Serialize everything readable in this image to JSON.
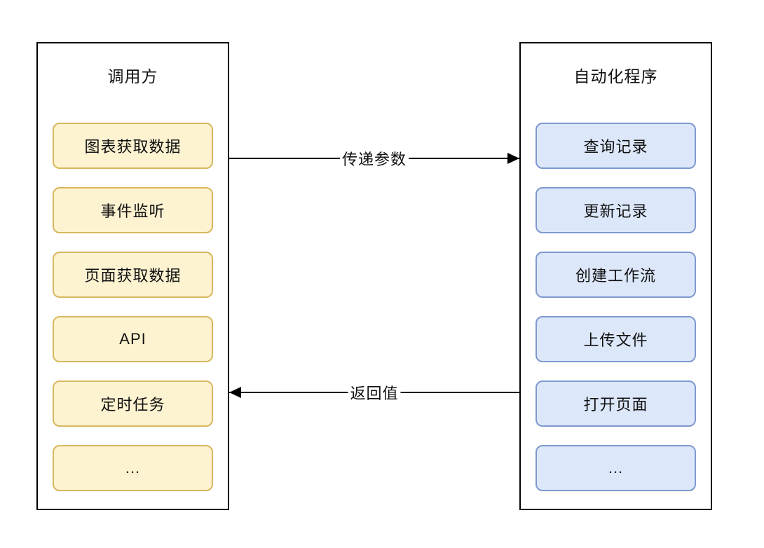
{
  "caller": {
    "title": "调用方",
    "items": [
      "图表获取数据",
      "事件监听",
      "页面获取数据",
      "API",
      "定时任务",
      "..."
    ],
    "item_fill": "#FDF3D1",
    "item_border": "#D8B75E"
  },
  "automation": {
    "title": "自动化程序",
    "items": [
      "查询记录",
      "更新记录",
      "创建工作流",
      "上传文件",
      "打开页面",
      "..."
    ],
    "item_fill": "#DCE7FA",
    "item_border": "#7E99CE"
  },
  "arrows": {
    "pass_params": {
      "label": "传递参数",
      "direction": "left-to-right"
    },
    "return_value": {
      "label": "返回值",
      "direction": "right-to-left"
    }
  },
  "colors": {
    "line": "#000000",
    "panel_border": "#000000",
    "background": "#ffffff",
    "text": "#111111"
  }
}
